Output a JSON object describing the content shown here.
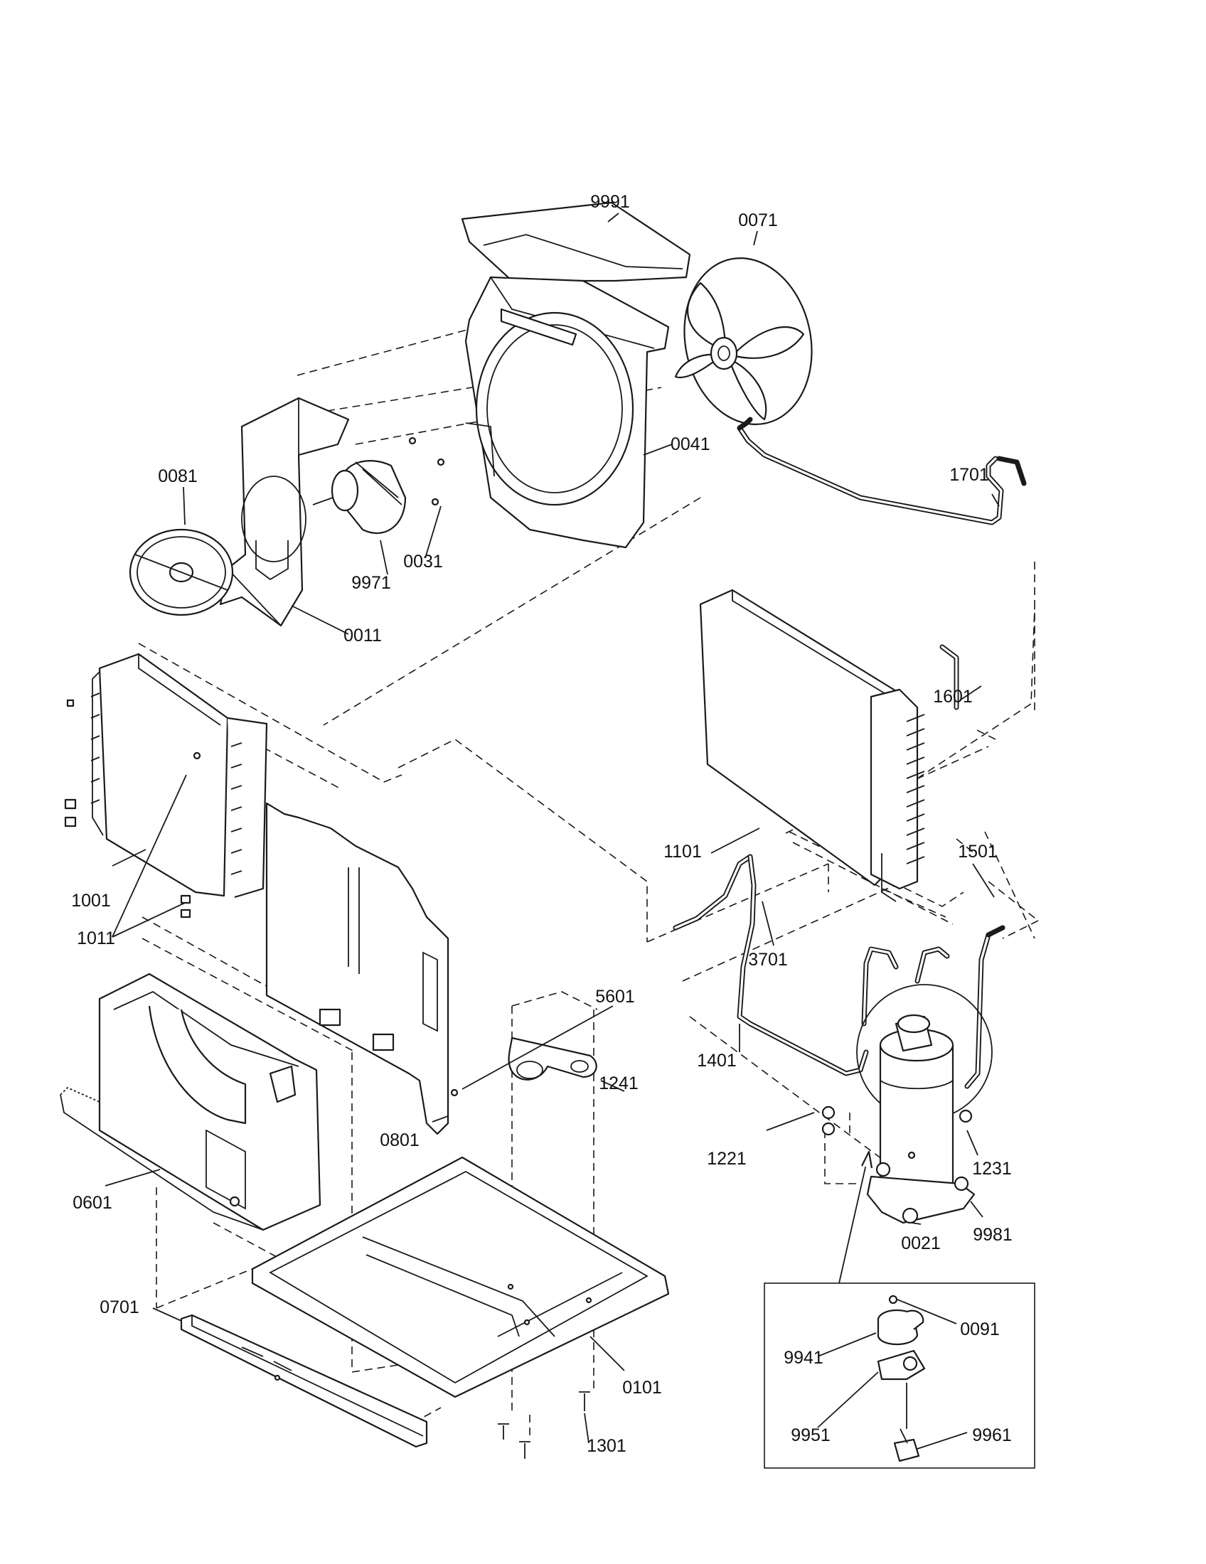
{
  "diagram": {
    "colors": {
      "ink": "#1a1a1a",
      "paper": "#ffffff"
    },
    "callouts": {
      "c9991": "9991",
      "c0071": "0071",
      "c0041": "0041",
      "c0081": "0081",
      "c0031": "0031",
      "c9971": "9971",
      "c0011": "0011",
      "c1701": "1701",
      "c1601": "1601",
      "c1001": "1001",
      "c1011": "1011",
      "c1101": "1101",
      "c1501": "1501",
      "c3701": "3701",
      "c5601": "5601",
      "c1401": "1401",
      "c1241": "1241",
      "c1221": "1221",
      "c1231": "1231",
      "c0801": "0801",
      "c0601": "0601",
      "c0021": "0021",
      "c9981": "9981",
      "c0701": "0701",
      "c0091": "0091",
      "c9941": "9941",
      "c0101": "0101",
      "c9951": "9951",
      "c9961": "9961",
      "c1301": "1301"
    }
  }
}
